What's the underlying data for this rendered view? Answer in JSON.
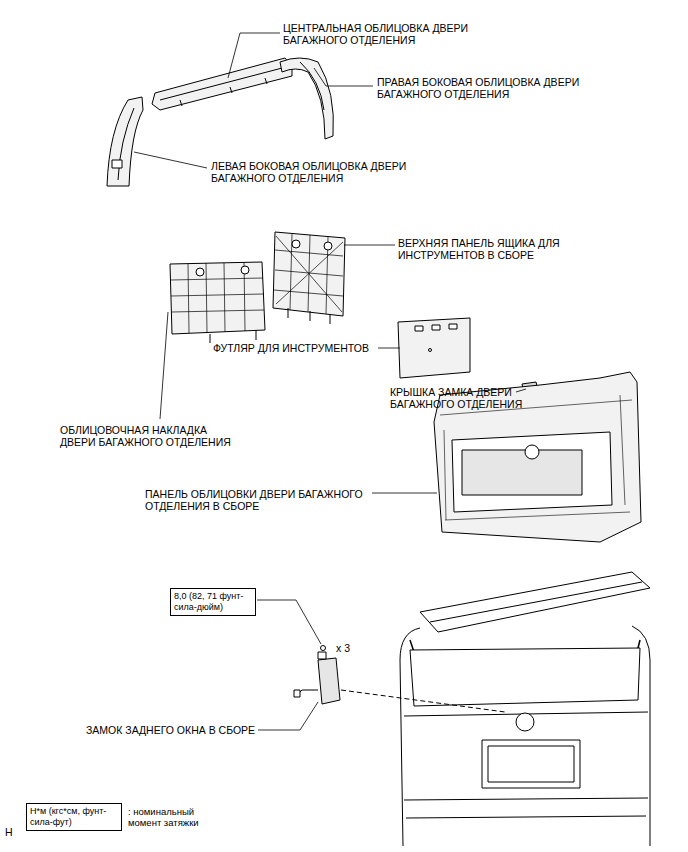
{
  "diagram": {
    "nodes": [
      {
        "text": [
          "8,0 (82, 71 фунт-сила-дюйм)"
        ]
      },
      {
        "text": [
          "Н*м (кгс*см, фунт-сила-фут)"
        ]
      }
    ],
    "labels": [
      "ЦЕНТРАЛЬНАЯ ОБЛИЦОВКА ДВЕРИ БАГАЖНОГО ОТДЕЛЕНИЯ",
      "ПРАВАЯ БОКОВАЯ ОБЛИЦОВКА ДВЕРИ БАГАЖНОГО ОТДЕЛЕНИЯ",
      "ЛЕВАЯ БОКОВАЯ ОБЛИЦОВКА ДВЕРИ БАГАЖНОГО ОТДЕЛЕНИЯ",
      "ВЕРХНЯЯ ПАНЕЛЬ ЯЩИКА ДЛЯ ИНСТРУМЕНТОВ В СБОРЕ",
      "ФУТЛЯР ДЛЯ ИНСТРУМЕНТОВ",
      "КРЫШКА ЗАМКА ДВЕРИ БАГАЖНОГО ОТДЕЛЕНИЯ",
      "ОБЛИЦОВОЧНАЯ НАКЛАДКА ДВЕРИ БАГАЖНОГО ОТДЕЛЕНИЯ",
      "ПАНЕЛЬ ОБЛИЦОВКИ ДВЕРИ БАГАЖНОГО ОТДЕЛЕНИЯ В СБОРЕ",
      "x 3",
      "ЗАМОК ЗАДНЕГО ОКНА В СБОРЕ",
      "H"
    ],
    "legend": [
      {
        "text": ": номинальный момент затяжки"
      }
    ]
  }
}
